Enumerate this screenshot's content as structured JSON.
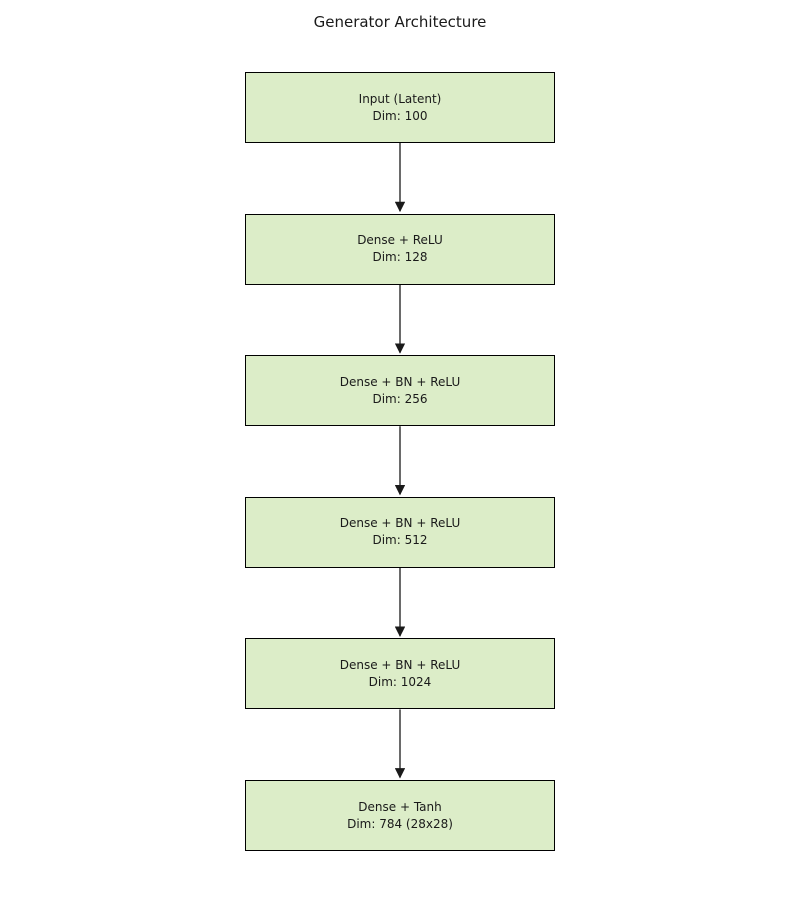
{
  "title": "Generator Architecture",
  "colors": {
    "background": "#ffffff",
    "box_fill": "#dcedc8",
    "box_border": "#000000",
    "arrow": "#1a1a1a",
    "text": "#1a1a1a"
  },
  "layers": [
    {
      "label": "Input (Latent)",
      "dim": "Dim: 100"
    },
    {
      "label": "Dense + ReLU",
      "dim": "Dim: 128"
    },
    {
      "label": "Dense + BN + ReLU",
      "dim": "Dim: 256"
    },
    {
      "label": "Dense + BN + ReLU",
      "dim": "Dim: 512"
    },
    {
      "label": "Dense + BN + ReLU",
      "dim": "Dim: 1024"
    },
    {
      "label": "Dense + Tanh",
      "dim": "Dim: 784 (28x28)"
    }
  ]
}
